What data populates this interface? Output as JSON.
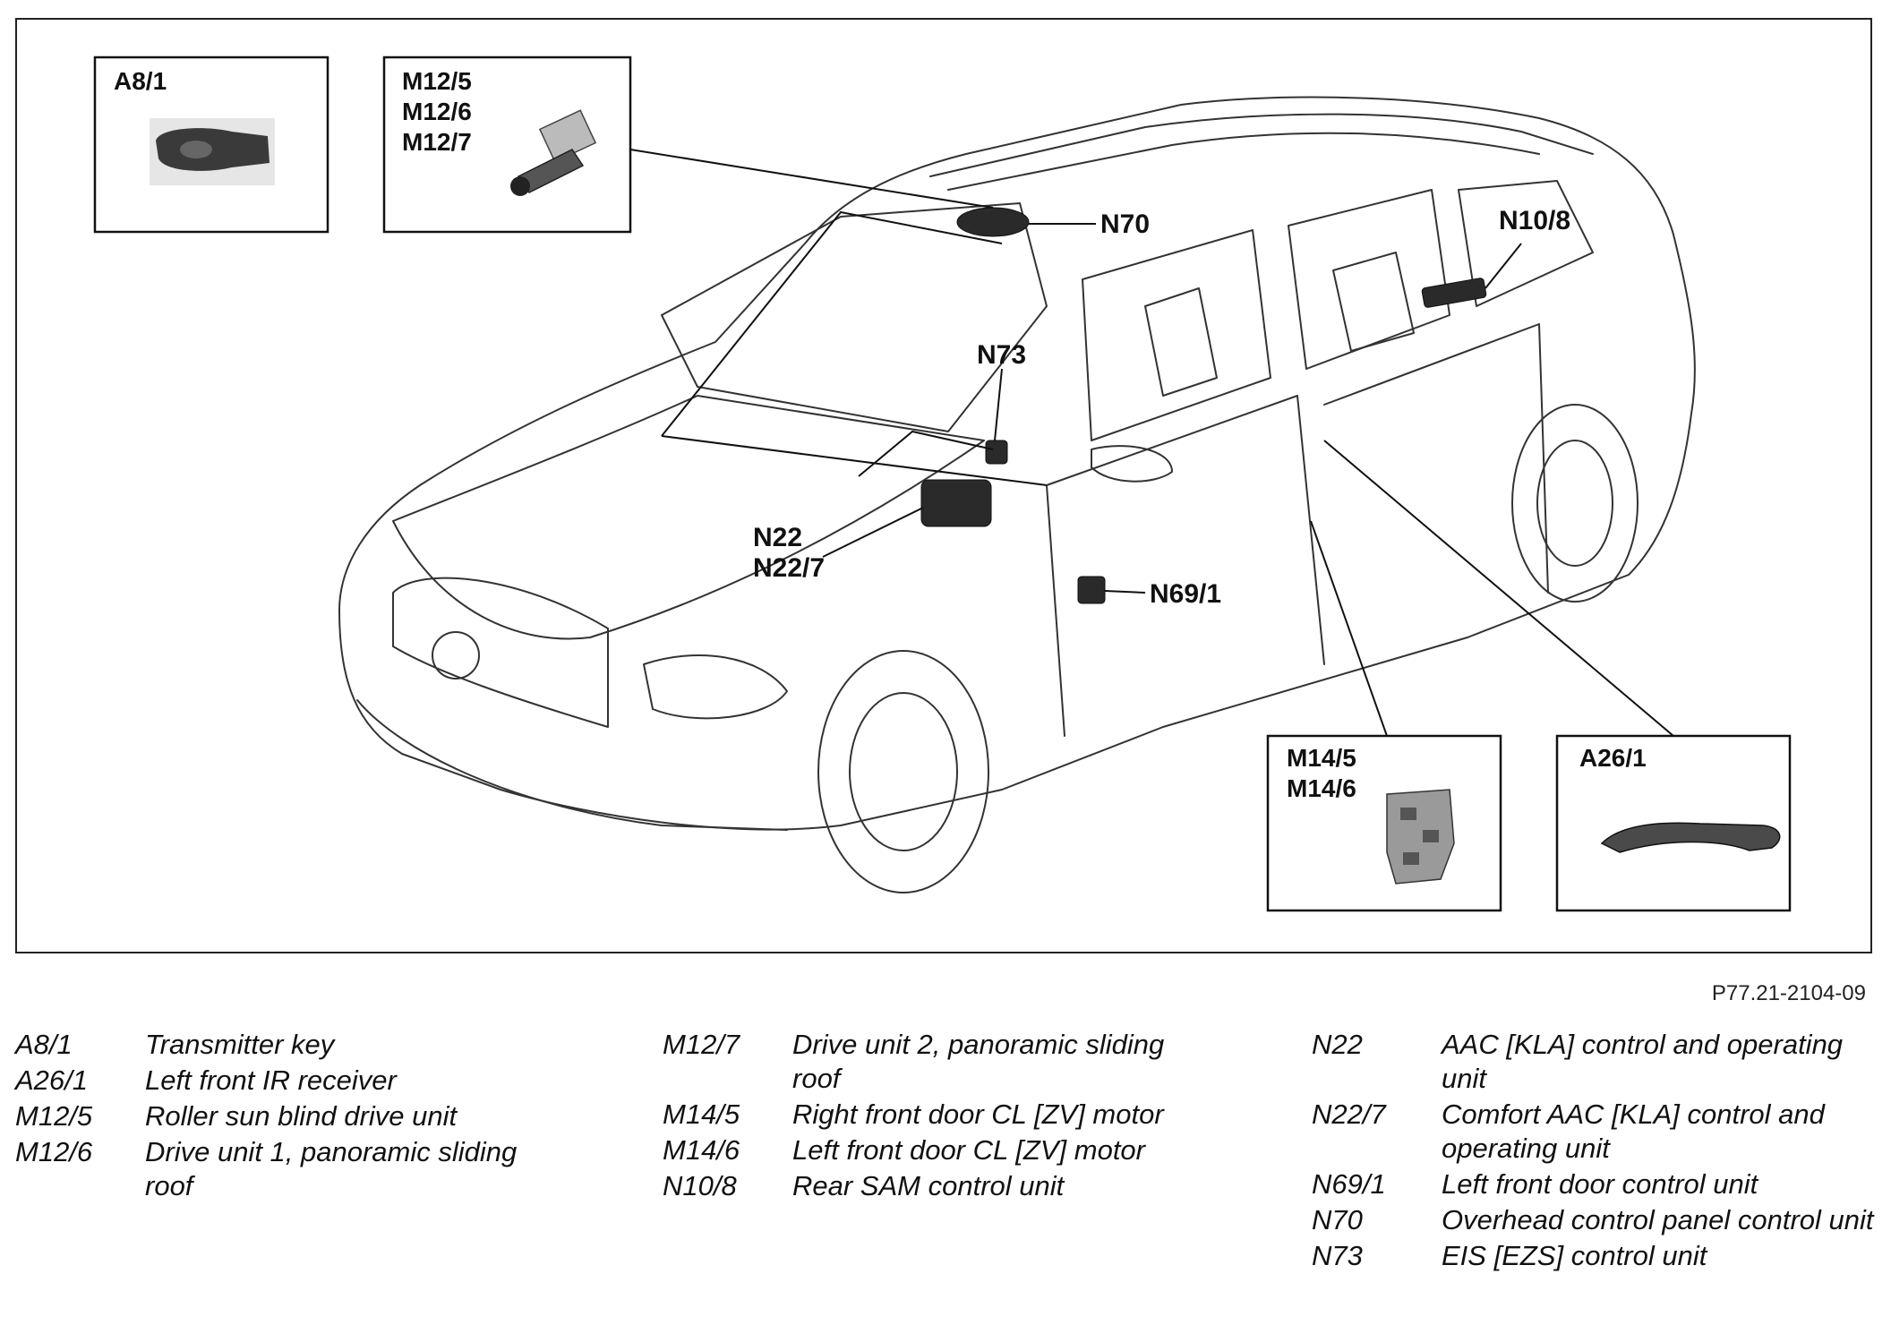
{
  "callouts": {
    "a8_1": "A8/1",
    "m12": "M12/5\nM12/6\nM12/7",
    "n70": "N70",
    "n10_8": "N10/8",
    "n73": "N73",
    "n22": "N22\nN22/7",
    "n69_1": "N69/1",
    "m14": "M14/5\nM14/6",
    "a26_1": "A26/1"
  },
  "figure_code": "P77.21-2104-09",
  "legend": {
    "col1": [
      {
        "code": "A8/1",
        "desc": "Transmitter key"
      },
      {
        "code": "A26/1",
        "desc": "Left front IR receiver"
      },
      {
        "code": "M12/5",
        "desc": "Roller sun blind drive unit"
      },
      {
        "code": "M12/6",
        "desc": "Drive unit 1, panoramic sliding roof"
      }
    ],
    "col2": [
      {
        "code": "M12/7",
        "desc": "Drive unit 2, panoramic sliding roof"
      },
      {
        "code": "M14/5",
        "desc": "Right front door CL [ZV] motor"
      },
      {
        "code": "M14/6",
        "desc": "Left front door CL [ZV] motor"
      },
      {
        "code": "N10/8",
        "desc": "Rear SAM control unit"
      }
    ],
    "col3": [
      {
        "code": "N22",
        "desc": "AAC [KLA] control and operating unit"
      },
      {
        "code": "N22/7",
        "desc": "Comfort AAC [KLA] control and operating unit"
      },
      {
        "code": "N69/1",
        "desc": "Left front door control unit"
      },
      {
        "code": "N70",
        "desc": "Overhead control panel control unit"
      },
      {
        "code": "N73",
        "desc": "EIS [EZS] control unit"
      }
    ]
  }
}
